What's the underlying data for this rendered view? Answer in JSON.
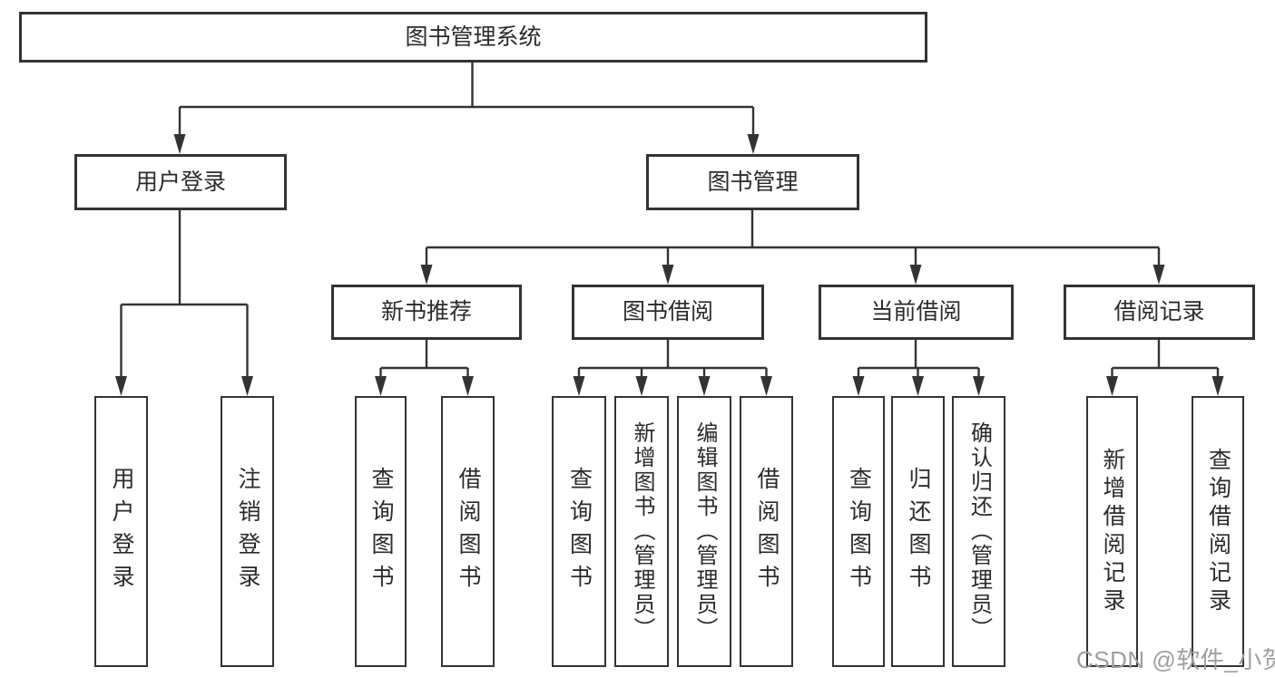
{
  "title": "图书管理系统",
  "watermark": {
    "text": "CSDN @软件_小贺同学"
  },
  "colors": {
    "background": "#ffffff",
    "box_border": "#333333",
    "line": "#333333",
    "text": "#2b2b2b",
    "watermark": "#9e9e9e"
  },
  "tree": {
    "label": "图书管理系统",
    "children": [
      {
        "label": "用户登录",
        "children": [
          {
            "label": "用户登录"
          },
          {
            "label": "注销登录"
          }
        ]
      },
      {
        "label": "图书管理",
        "children": [
          {
            "label": "新书推荐",
            "children": [
              {
                "label": "查询图书"
              },
              {
                "label": "借阅图书"
              }
            ]
          },
          {
            "label": "图书借阅",
            "children": [
              {
                "label": "查询图书"
              },
              {
                "label": "新增图书（管理员）"
              },
              {
                "label": "编辑图书（管理员）"
              },
              {
                "label": "借阅图书"
              }
            ]
          },
          {
            "label": "当前借阅",
            "children": [
              {
                "label": "查询图书"
              },
              {
                "label": "归还图书"
              },
              {
                "label": "确认归还（管理员）"
              }
            ]
          },
          {
            "label": "借阅记录",
            "children": [
              {
                "label": "新增借阅记录"
              },
              {
                "label": "查询借阅记录"
              }
            ]
          }
        ]
      }
    ]
  }
}
